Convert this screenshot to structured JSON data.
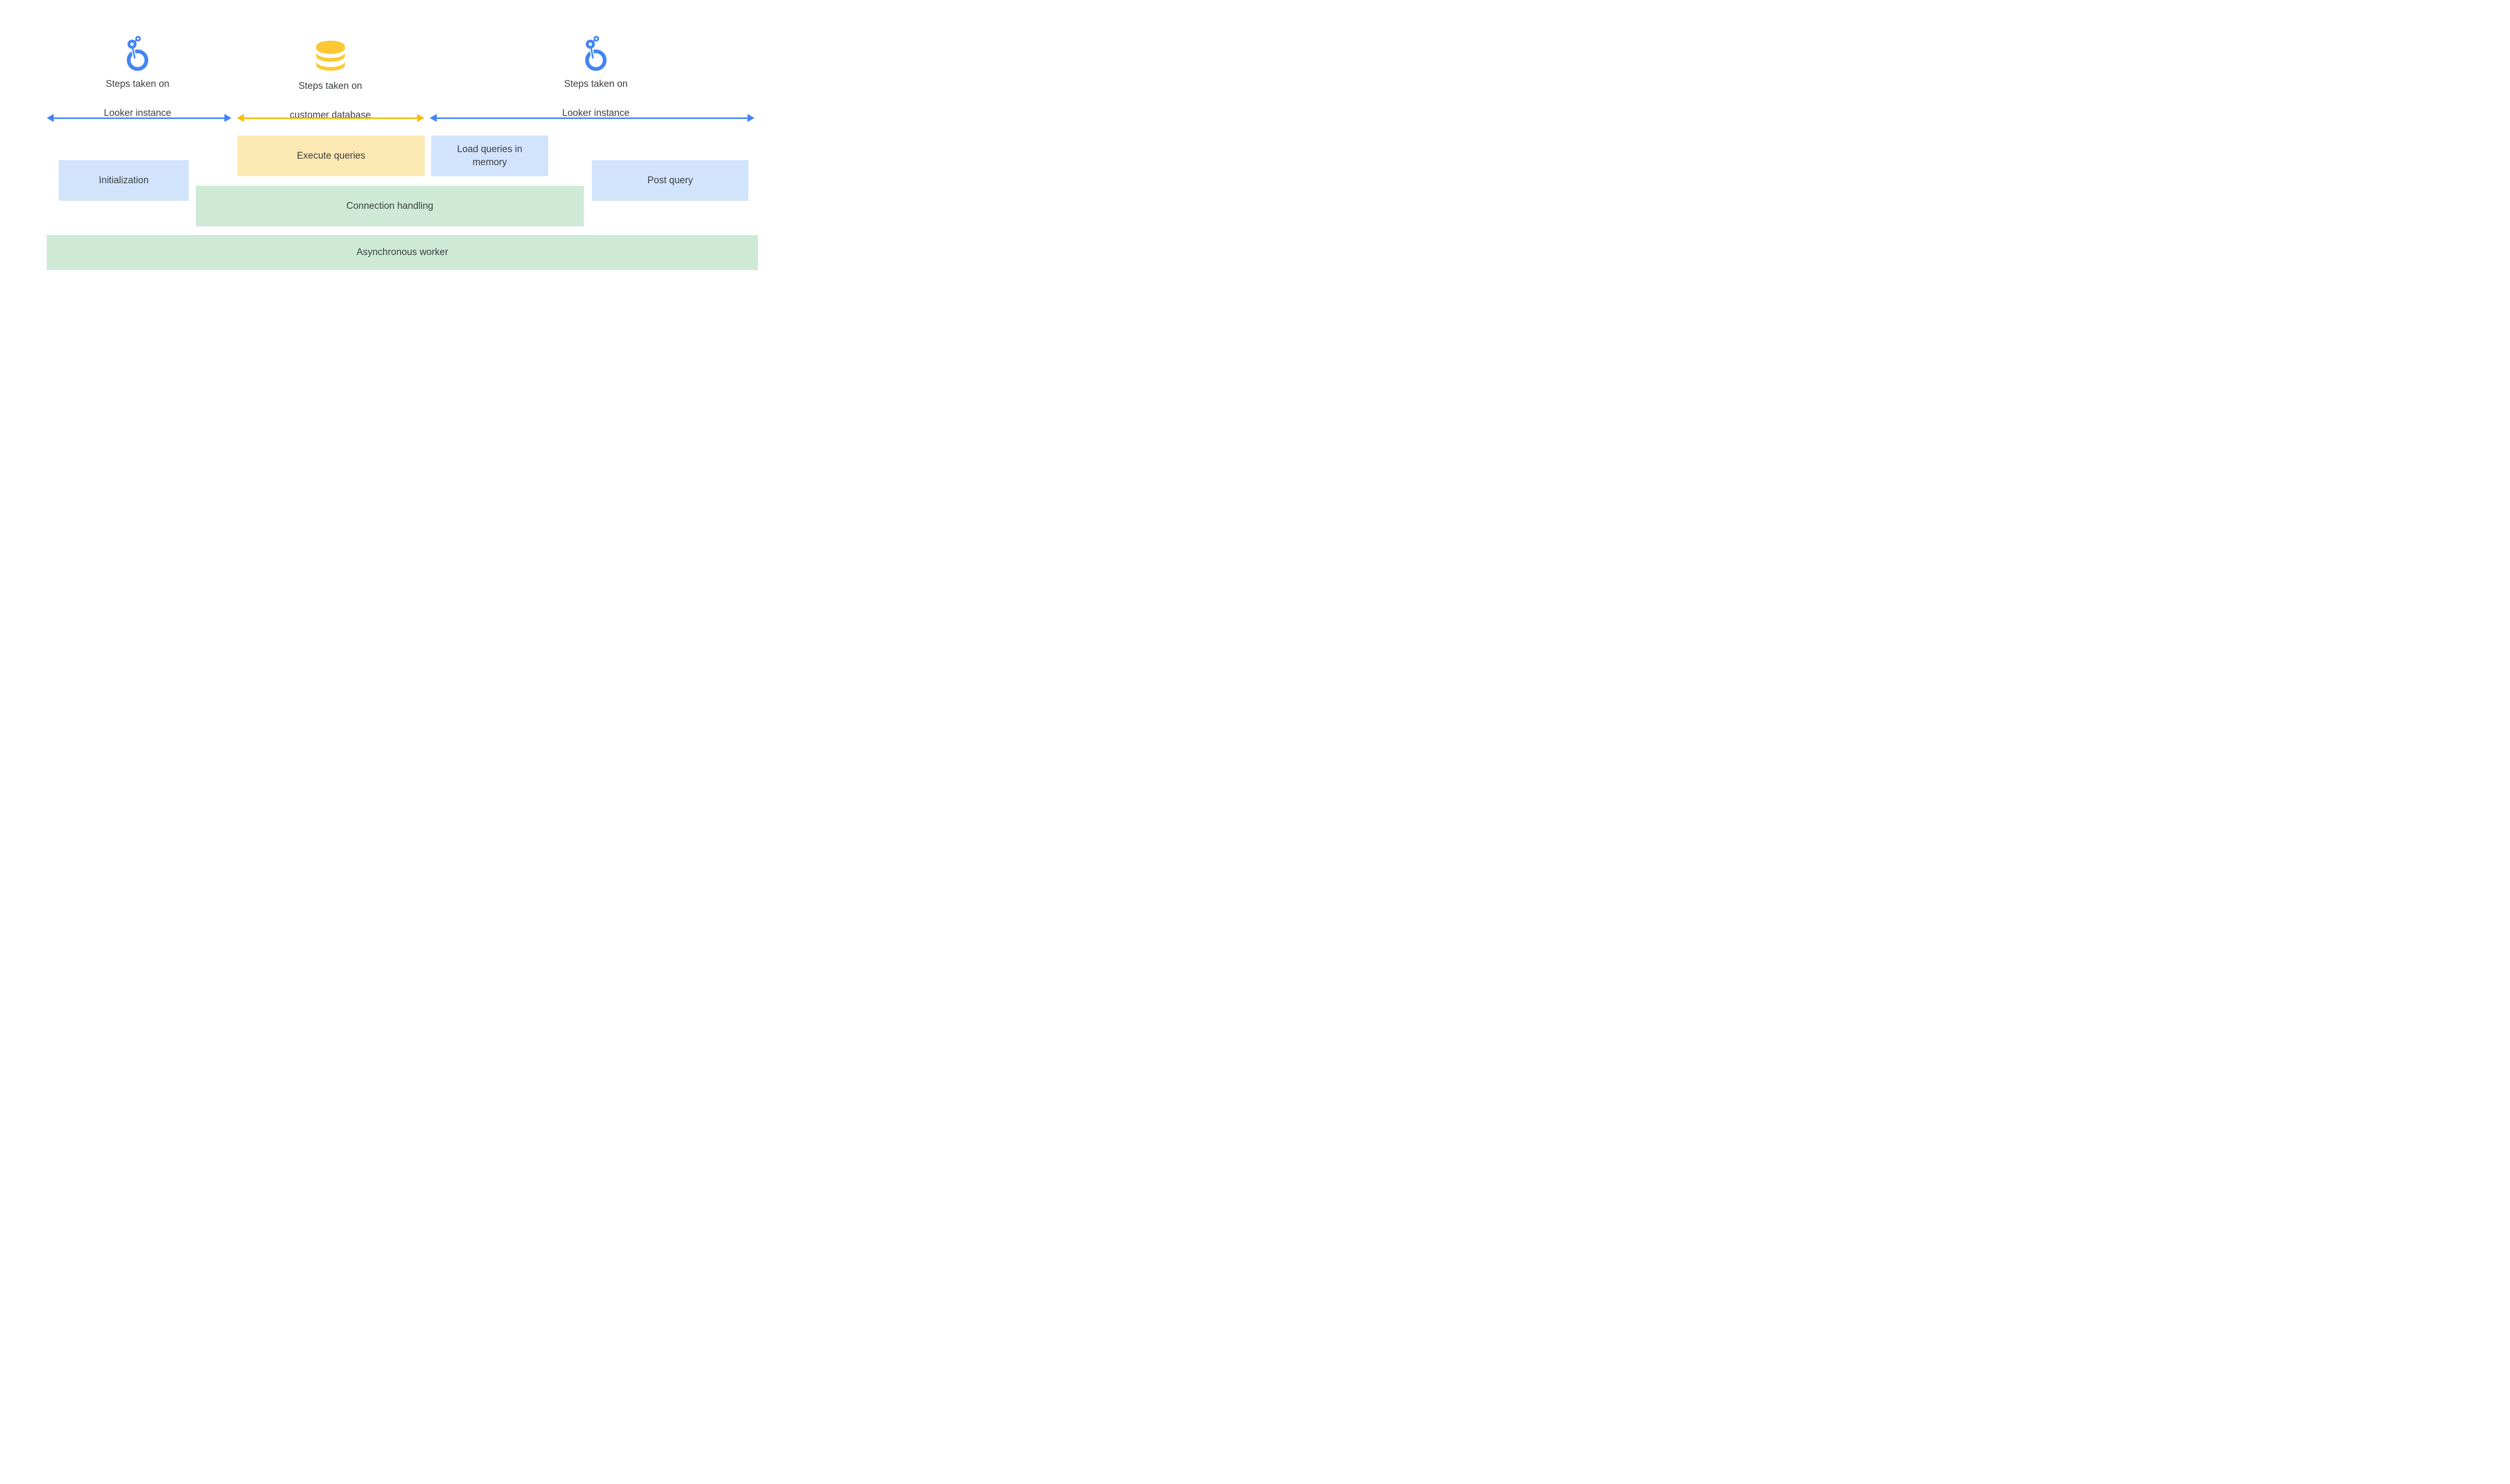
{
  "palette": {
    "google_blue": "#4285F4",
    "google_yellow": "#FBBC04",
    "icon_yellow": "#FCC934",
    "box_blue": "#D2E3FC",
    "box_yellow": "#FCE8B2",
    "box_green": "#CEEAD6",
    "text": "#3C4043"
  },
  "sections": [
    {
      "id": "looker-left",
      "icon": "looker-logo-icon",
      "label_line1": "Steps taken on",
      "label_line2": "Looker instance",
      "arrow_color": "blue"
    },
    {
      "id": "customer-db",
      "icon": "database-icon",
      "label_line1": "Steps taken on",
      "label_line2": "customer database",
      "arrow_color": "yellow"
    },
    {
      "id": "looker-right",
      "icon": "looker-logo-icon",
      "label_line1": "Steps taken on",
      "label_line2": "Looker instance",
      "arrow_color": "blue"
    }
  ],
  "boxes": {
    "initialization": {
      "label": "Initialization",
      "color_role": "blue-light"
    },
    "execute_queries": {
      "label": "Execute queries",
      "color_role": "yellow-light"
    },
    "load_queries": {
      "label": "Load queries in memory",
      "color_role": "blue-light"
    },
    "post_query": {
      "label": "Post query",
      "color_role": "blue-light"
    },
    "connection_handling": {
      "label": "Connection handling",
      "color_role": "green-light"
    },
    "asynchronous_worker": {
      "label": "Asynchronous worker",
      "color_role": "green-light"
    }
  }
}
